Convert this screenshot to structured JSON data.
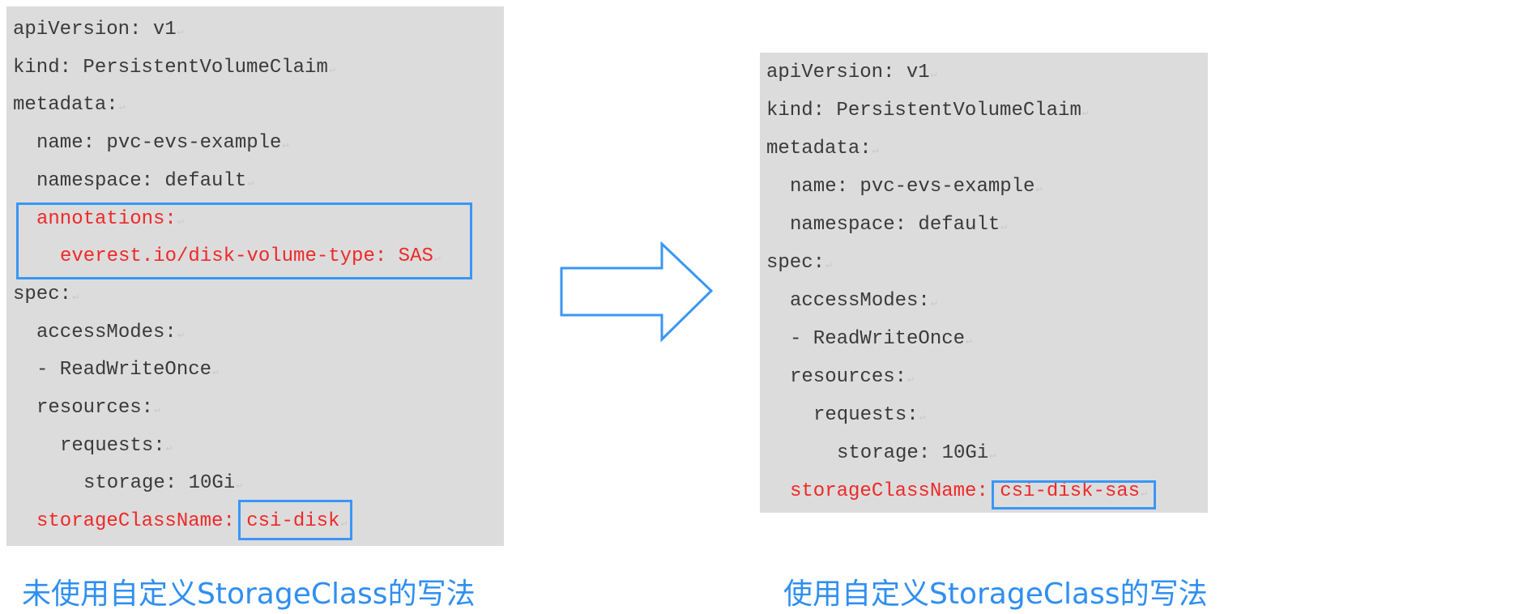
{
  "left_panel": {
    "caption": "未使用自定义StorageClass的写法",
    "lines": [
      {
        "text": "apiVersion: v1",
        "indent": 0,
        "highlight": false
      },
      {
        "text": "kind: PersistentVolumeClaim",
        "indent": 0,
        "highlight": false
      },
      {
        "text": "metadata:",
        "indent": 0,
        "highlight": false
      },
      {
        "text": "name: pvc-evs-example",
        "indent": 1,
        "highlight": false
      },
      {
        "text": "namespace: default",
        "indent": 1,
        "highlight": false
      },
      {
        "text": "annotations:",
        "indent": 1,
        "highlight": true
      },
      {
        "text": "everest.io/disk-volume-type: SAS",
        "indent": 2,
        "highlight": true
      },
      {
        "text": "spec:",
        "indent": 0,
        "highlight": false
      },
      {
        "text": "accessModes:",
        "indent": 1,
        "highlight": false
      },
      {
        "text": "- ReadWriteOnce",
        "indent": 1,
        "highlight": false
      },
      {
        "text": "resources:",
        "indent": 1,
        "highlight": false
      },
      {
        "text": "requests:",
        "indent": 2,
        "highlight": false
      },
      {
        "text": "storage: 10Gi",
        "indent": 3,
        "highlight": false
      },
      {
        "text": "storageClassName: csi-disk",
        "indent": 1,
        "highlight": true
      }
    ]
  },
  "right_panel": {
    "caption": "使用自定义StorageClass的写法",
    "lines": [
      {
        "text": "apiVersion: v1",
        "indent": 0,
        "highlight": false
      },
      {
        "text": "kind: PersistentVolumeClaim",
        "indent": 0,
        "highlight": false
      },
      {
        "text": "metadata:",
        "indent": 0,
        "highlight": false
      },
      {
        "text": "name: pvc-evs-example",
        "indent": 1,
        "highlight": false
      },
      {
        "text": "namespace: default",
        "indent": 1,
        "highlight": false
      },
      {
        "text": "spec:",
        "indent": 0,
        "highlight": false
      },
      {
        "text": "accessModes:",
        "indent": 1,
        "highlight": false
      },
      {
        "text": "- ReadWriteOnce",
        "indent": 1,
        "highlight": false
      },
      {
        "text": "resources:",
        "indent": 1,
        "highlight": false
      },
      {
        "text": "requests:",
        "indent": 2,
        "highlight": false
      },
      {
        "text": "storage: 10Gi",
        "indent": 3,
        "highlight": false
      },
      {
        "text": "storageClassName: csi-disk-sas",
        "indent": 1,
        "highlight": true
      }
    ]
  },
  "colors": {
    "code_bg": "#dcdcdc",
    "text": "#3a3a3a",
    "highlight_text": "#f02828",
    "box": "#3a96f5",
    "caption": "#2f8ff0"
  }
}
